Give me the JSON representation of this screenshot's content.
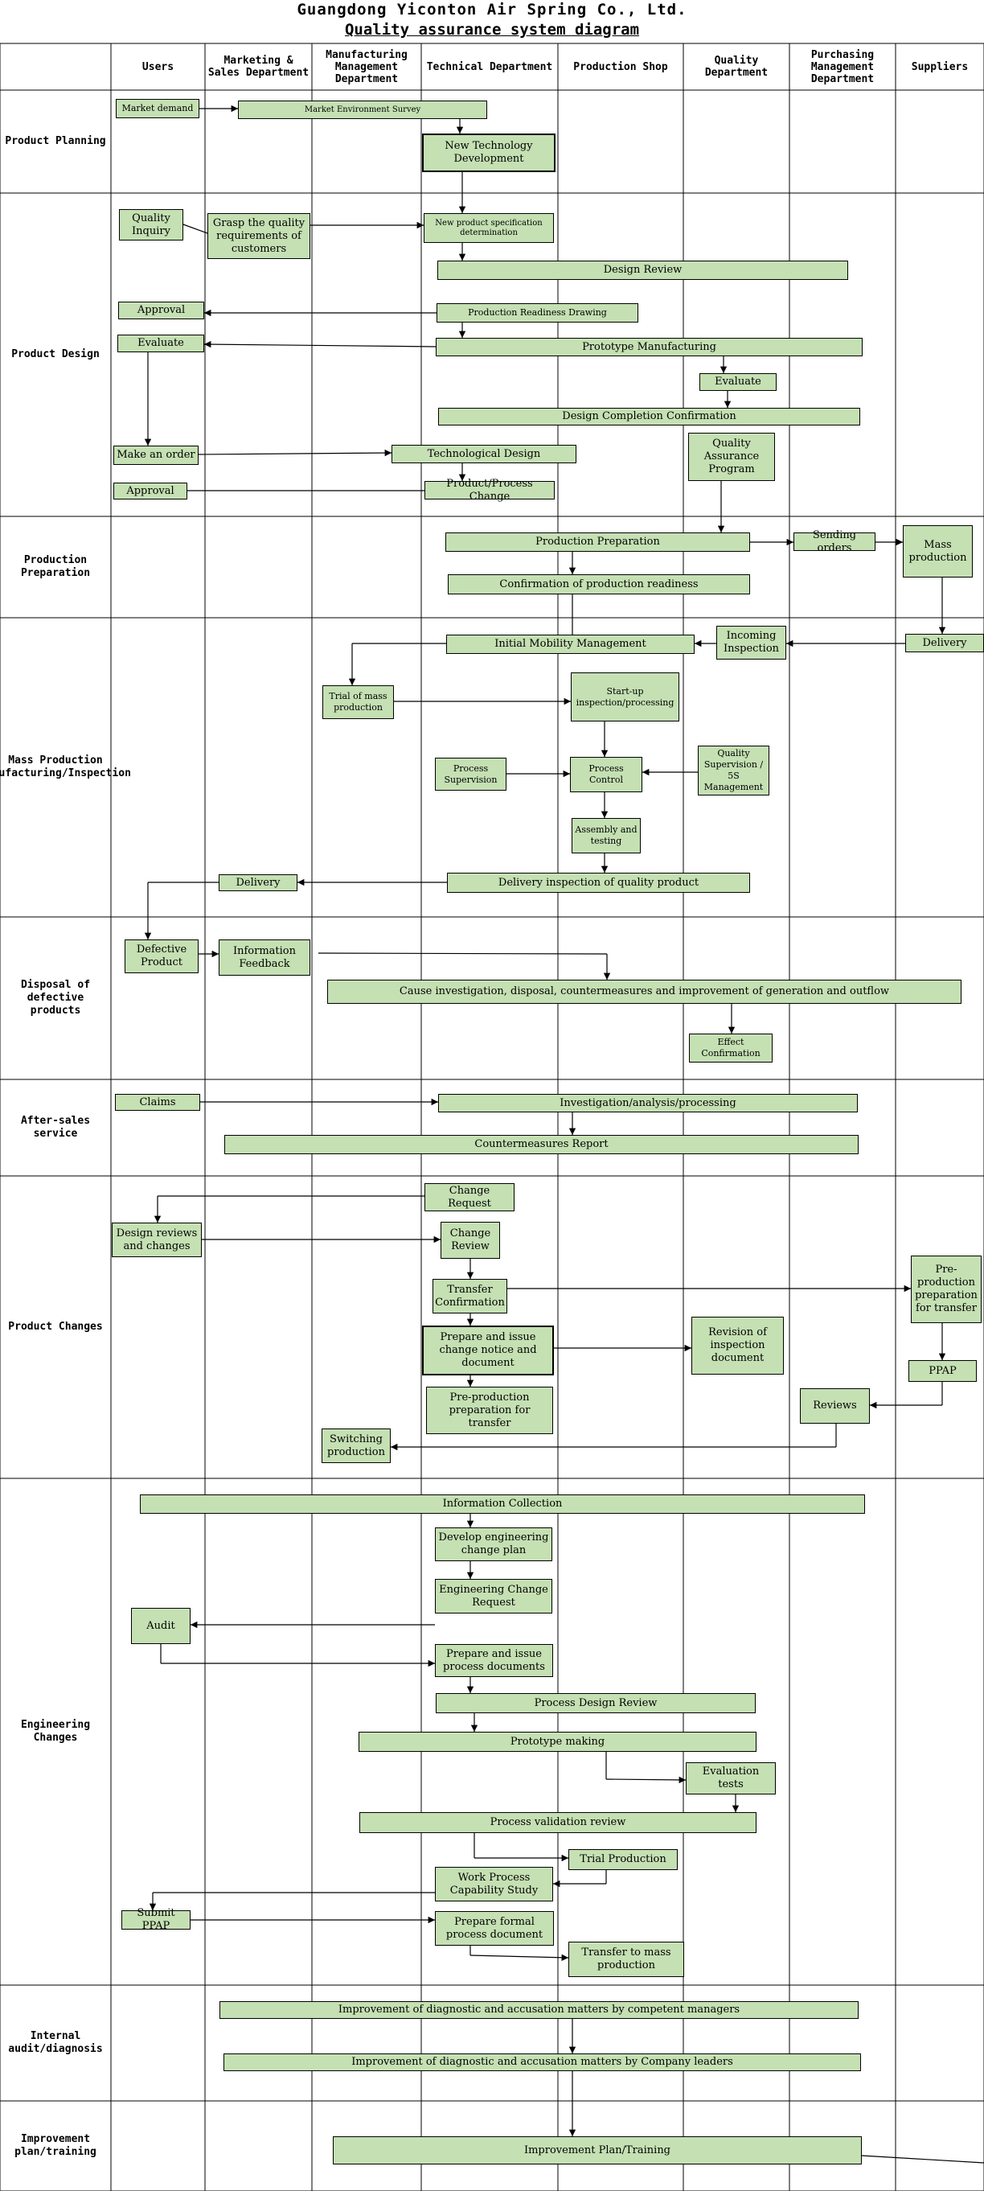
{
  "title": "Guangdong Yiconton Air Spring Co., Ltd.",
  "subtitle": "Quality assurance system diagram",
  "columns": [
    "Users",
    "Marketing & Sales Department",
    "Manufacturing Management Department",
    "Technical Department",
    "Production Shop",
    "Quality Department",
    "Purchasing Management Department",
    "Suppliers"
  ],
  "phases": [
    "Product Planning",
    "Product Design",
    "Production Preparation",
    "Mass Production Manufacturing/Inspection",
    "Disposal of defective products",
    "After-sales service",
    "Product Changes",
    "Engineering Changes",
    "Internal audit/diagnosis",
    "Improvement plan/training"
  ],
  "boxes": {
    "market_demand": "Market demand",
    "market_env_survey": "Market Environment Survey",
    "new_tech_dev": "New Technology Development",
    "quality_inquiry": "Quality Inquiry",
    "grasp_quality_req": "Grasp the quality requirements of customers",
    "new_product_spec": "New product specification determination",
    "design_review": "Design Review",
    "approval_1": "Approval",
    "production_readiness_drawing": "Production Readiness Drawing",
    "evaluate_user": "Evaluate",
    "prototype_manufacturing": "Prototype Manufacturing",
    "evaluate_quality": "Evaluate",
    "design_completion": "Design Completion Confirmation",
    "make_order": "Make an order",
    "technological_design": "Technological Design",
    "quality_assurance_program": "Quality Assurance Program",
    "approval_2": "Approval",
    "product_process_change": "Product/Process Change",
    "production_preparation": "Production Preparation",
    "sending_orders": "Sending orders",
    "mass_production": "Mass production",
    "confirmation_readiness": "Confirmation of production readiness",
    "initial_mobility": "Initial Mobility Management",
    "incoming_inspection": "Incoming Inspection",
    "delivery_supplier": "Delivery",
    "trial_mass_production": "Trial of mass production",
    "startup_inspection": "Start-up inspection/processing",
    "process_supervision": "Process Supervision",
    "process_control": "Process Control",
    "quality_supervision": "Quality Supervision / 5S Management",
    "assembly_testing": "Assembly and testing",
    "delivery_marketing": "Delivery",
    "delivery_inspection": "Delivery inspection of quality product",
    "defective_product": "Defective Product",
    "information_feedback": "Information Feedback",
    "cause_investigation": "Cause investigation, disposal, countermeasures and improvement of generation and outflow",
    "effect_confirmation": "Effect Confirmation",
    "claims": "Claims",
    "investigation_analysis": "Investigation/analysis/processing",
    "countermeasures_report": "Countermeasures Report",
    "change_request": "Change Request",
    "design_reviews_changes": "Design reviews and changes",
    "change_review": "Change Review",
    "transfer_confirmation": "Transfer Confirmation",
    "preproduction_supplier": "Pre-production preparation for transfer",
    "prepare_change_notice": "Prepare and issue change notice and document",
    "revision_inspection_doc": "Revision of inspection document",
    "ppap_supplier": "PPAP",
    "preproduction_technical": "Pre-production preparation for transfer",
    "reviews": "Reviews",
    "switching_production": "Switching production",
    "information_collection": "Information Collection",
    "develop_change_plan": "Develop engineering change plan",
    "engineering_change_request": "Engineering Change Request",
    "audit": "Audit",
    "prepare_process_docs": "Prepare and issue process documents",
    "process_design_review": "Process Design Review",
    "prototype_making": "Prototype making",
    "evaluation_tests": "Evaluation tests",
    "process_validation_review": "Process validation review",
    "trial_production": "Trial Production",
    "work_process_capability": "Work Process Capability Study",
    "submit_ppap": "Submit PPAP",
    "prepare_formal_doc": "Prepare formal process document",
    "transfer_mass_production": "Transfer to mass production",
    "improvement_competent": "Improvement of diagnostic and accusation matters by competent managers",
    "improvement_leaders": "Improvement of diagnostic and accusation matters by Company leaders",
    "improvement_plan_training": "Improvement Plan/Training"
  },
  "colors": {
    "box_fill": "#c5e0b3",
    "line": "#000000"
  }
}
